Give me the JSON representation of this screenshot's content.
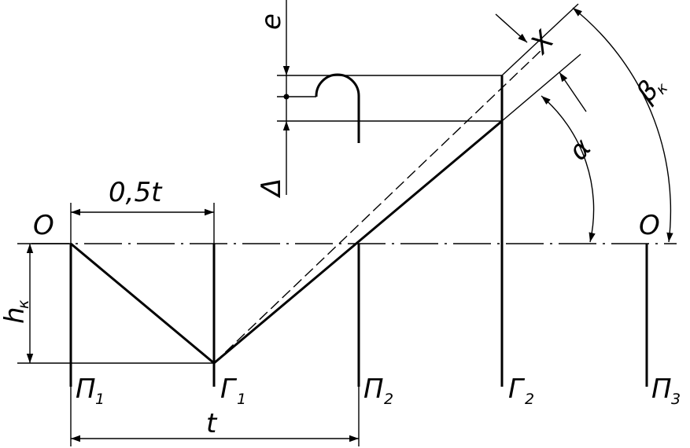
{
  "labels": {
    "o_left": "О",
    "o_right": "О",
    "half_t": "0,5t",
    "t": "t",
    "h": "h",
    "h_sub": "к",
    "e": "e",
    "delta": "Δ",
    "x": "X",
    "alpha": "α",
    "beta": "β",
    "beta_sub": "к",
    "p1": "П",
    "p1_sub": "1",
    "g1": "Г",
    "g1_sub": "1",
    "p2": "П",
    "p2_sub": "2",
    "g2": "Г",
    "g2_sub": "2",
    "p3": "П",
    "p3_sub": "3"
  }
}
